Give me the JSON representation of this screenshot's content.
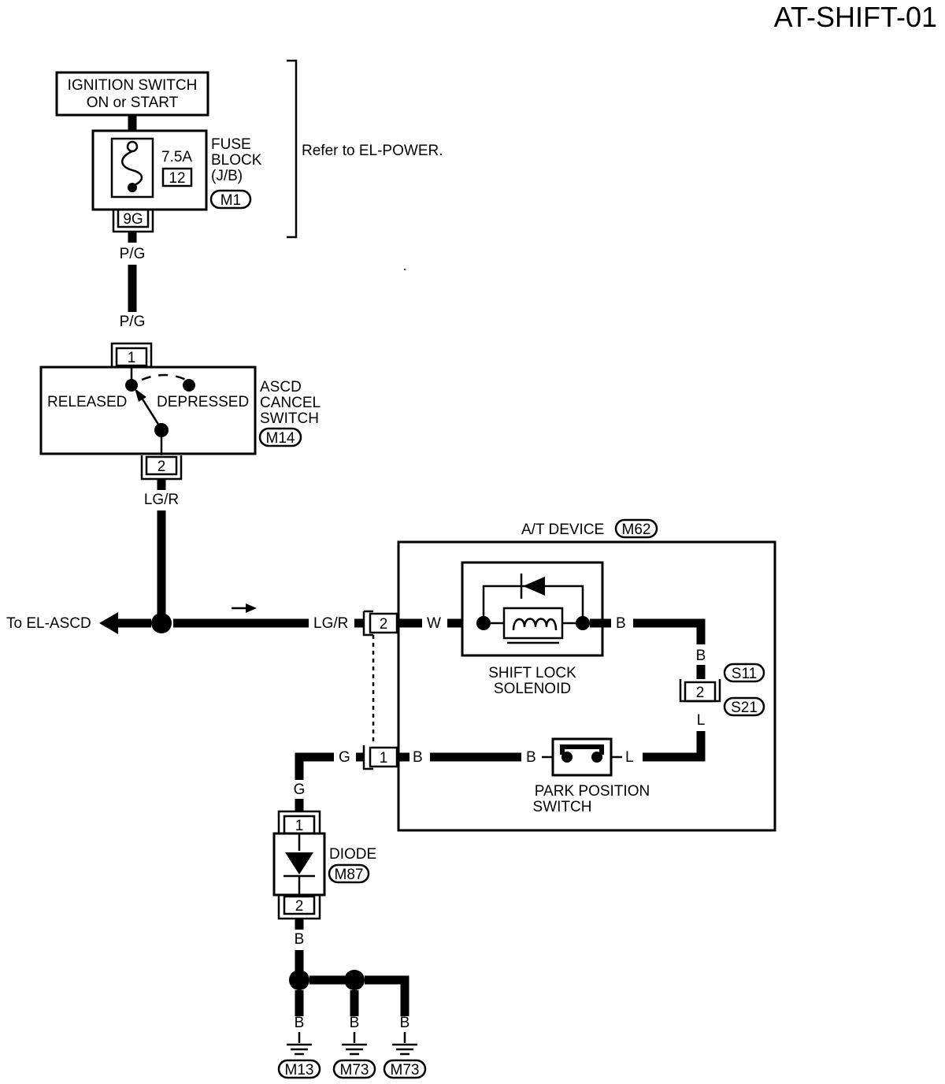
{
  "page": {
    "title": "AT-SHIFT-01",
    "refer_note": "Refer to EL-POWER."
  },
  "ignition": {
    "line1": "IGNITION SWITCH",
    "line2": "ON or START"
  },
  "fuse_block": {
    "amperage": "7.5A",
    "fuse_no": "12",
    "label1": "FUSE",
    "label2": "BLOCK",
    "label3": "(J/B)",
    "connector": "M1",
    "terminal": "9G"
  },
  "wires": {
    "pg_top": "P/G",
    "pg_bottom": "P/G",
    "lgr_top": "LG/R",
    "lgr_conn": "LG/R",
    "w": "W",
    "b_sol": "B",
    "b_down": "B",
    "l_up": "L",
    "l_switch": "L",
    "b_switch": "B",
    "b_conn1": "B",
    "g_conn": "G",
    "g_down": "G",
    "b_diode": "B",
    "b_g1": "B",
    "b_g2": "B",
    "b_g3": "B"
  },
  "ascd": {
    "terminal1": "1",
    "terminal2": "2",
    "released": "RELEASED",
    "depressed": "DEPRESSED",
    "label1": "ASCD",
    "label2": "CANCEL",
    "label3": "SWITCH",
    "connector": "M14"
  },
  "to_ascd": "To EL-ASCD",
  "at_device": {
    "label": "A/T DEVICE",
    "connector": "M62",
    "pin2": "2",
    "pin1": "1",
    "solenoid1": "SHIFT LOCK",
    "solenoid2": "SOLENOID",
    "park1": "PARK POSITION",
    "park2": "SWITCH"
  },
  "joint": {
    "pin": "2",
    "conn_a": "S11",
    "conn_b": "S21"
  },
  "diode": {
    "pin1": "1",
    "pin2": "2",
    "label": "DIODE",
    "connector": "M87"
  },
  "grounds": [
    "M13",
    "M73",
    "M73"
  ]
}
